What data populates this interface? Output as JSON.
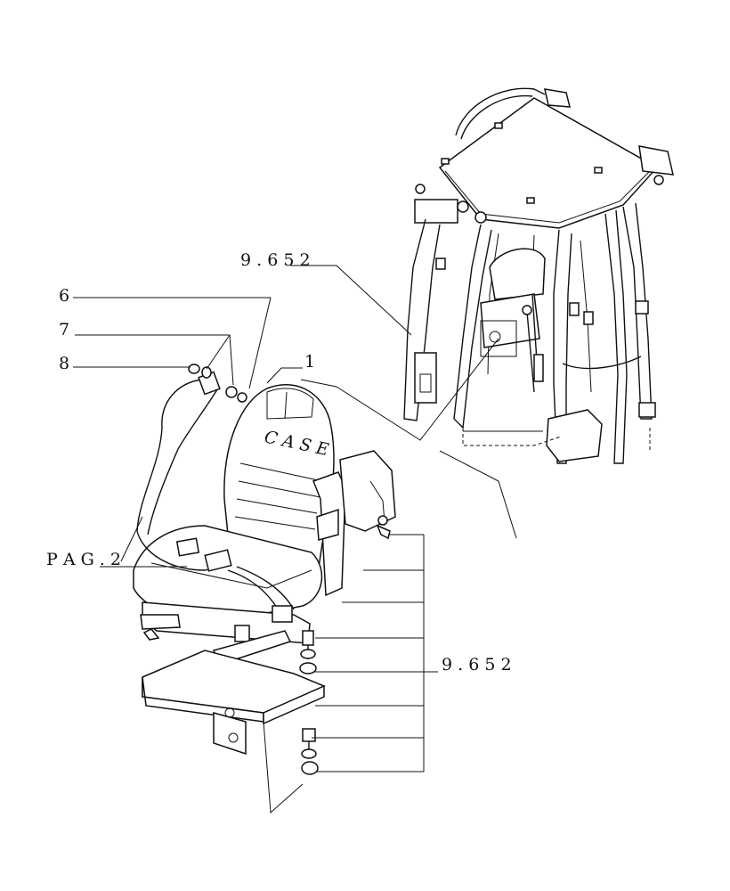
{
  "labels": {
    "cab_ref": "9 . 6 5 2",
    "mount_ref": "9 . 6 5 2",
    "item_1": "1",
    "item_6": "6",
    "item_7": "7",
    "item_8": "8",
    "page_ref": "P A G . 2",
    "seat_logo": "C A S E"
  }
}
